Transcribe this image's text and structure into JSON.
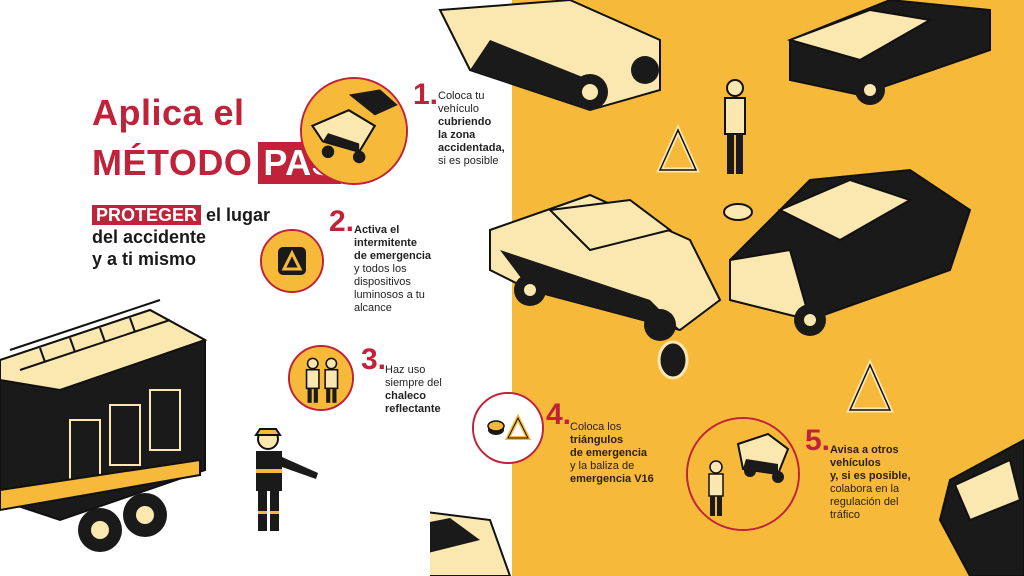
{
  "title": {
    "line1": "Aplica el",
    "line2_prefix": "MÉTODO",
    "line2_highlight": "PAS"
  },
  "subtitle": {
    "highlight": "PROTEGER",
    "rest_line1": "el lugar",
    "line2": "del accidente",
    "line3": "y a ti mismo"
  },
  "steps": [
    {
      "number": "1.",
      "lines": [
        {
          "text": "Coloca tu",
          "bold": false
        },
        {
          "text": "vehículo",
          "bold": false
        },
        {
          "text": "cubriendo",
          "bold": true
        },
        {
          "text": "la zona",
          "bold": true
        },
        {
          "text": "accidentada,",
          "bold": true
        },
        {
          "text": "si es posible",
          "bold": false
        }
      ]
    },
    {
      "number": "2.",
      "lines": [
        {
          "text": "Activa el",
          "bold": true
        },
        {
          "text": "intermitente",
          "bold": true
        },
        {
          "text": "de emergencia",
          "bold": true
        },
        {
          "text": "y todos los",
          "bold": false
        },
        {
          "text": "dispositivos",
          "bold": false
        },
        {
          "text": "luminosos a tu",
          "bold": false
        },
        {
          "text": "alcance",
          "bold": false
        }
      ]
    },
    {
      "number": "3.",
      "lines": [
        {
          "text": "Haz uso",
          "bold": false
        },
        {
          "text": "siempre del",
          "bold": false
        },
        {
          "text": "chaleco",
          "bold": true
        },
        {
          "text": "reflectante",
          "bold": true
        }
      ]
    },
    {
      "number": "4.",
      "lines": [
        {
          "text": "Coloca los",
          "bold": false
        },
        {
          "text": "triángulos",
          "bold": true
        },
        {
          "text": "de emergencia",
          "bold": true
        },
        {
          "text": "y la baliza de",
          "bold": false
        },
        {
          "text": "emergencia V16",
          "bold": true
        }
      ]
    },
    {
      "number": "5.",
      "lines": [
        {
          "text": "Avisa a otros",
          "bold": true
        },
        {
          "text": "vehículos",
          "bold": true
        },
        {
          "text": "y, si es posible,",
          "bold": true
        },
        {
          "text": "colabora en la",
          "bold": false
        },
        {
          "text": "regulación del",
          "bold": false
        },
        {
          "text": "tráfico",
          "bold": false
        }
      ]
    }
  ],
  "colors": {
    "accent": "#c0223a",
    "yellow": "#f6b93a",
    "cream": "#fbe7b0",
    "ink": "#1a1a1a"
  }
}
